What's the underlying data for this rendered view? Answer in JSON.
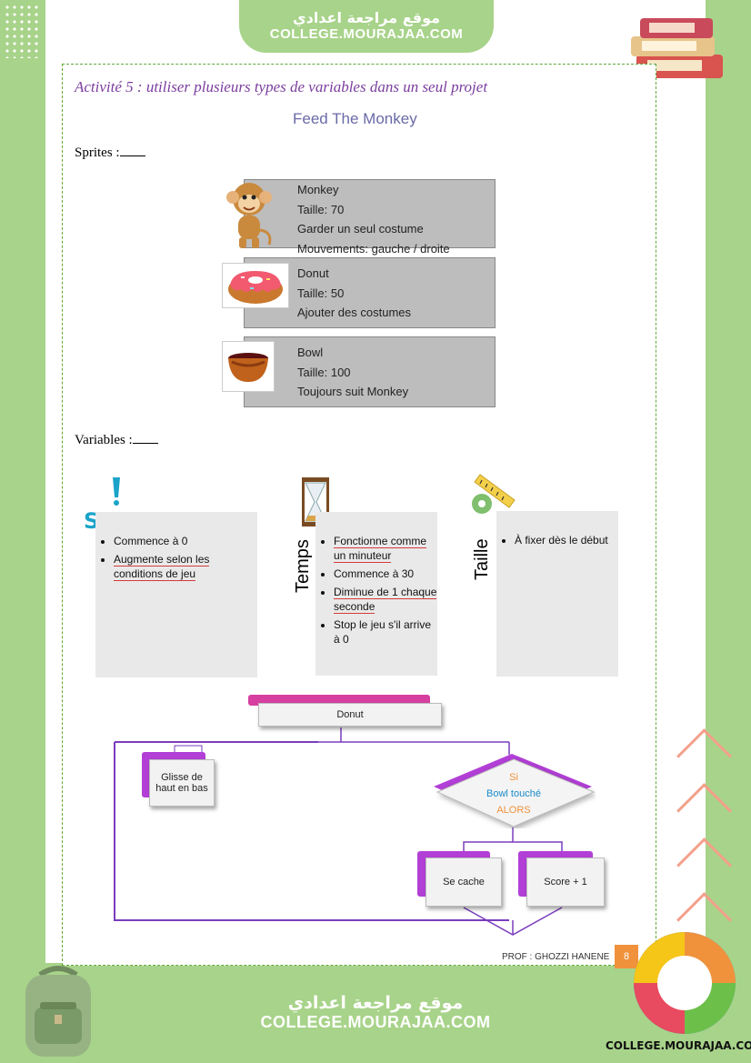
{
  "header": {
    "arabic": "موقع مراجعة اعدادي",
    "site": "COLLEGE.MOURAJAA.COM"
  },
  "activity": {
    "title": "Activité 5 : utiliser plusieurs types de variables dans un seul projet",
    "project": "Feed The Monkey"
  },
  "sprites_label": "Sprites :",
  "sprites": [
    {
      "name": "Monkey",
      "lines": [
        "Taille: 70",
        "Garder un seul costume",
        "Mouvements: gauche / droite"
      ],
      "icon": "monkey-icon"
    },
    {
      "name": "Donut",
      "lines": [
        "Taille: 50",
        "Ajouter des costumes"
      ],
      "icon": "donut-icon"
    },
    {
      "name": "Bowl",
      "lines": [
        "Taille: 100",
        "Toujours suit Monkey"
      ],
      "icon": "bowl-icon"
    }
  ],
  "variables_label": "Variables :",
  "variables": [
    {
      "title": "SCORE",
      "icon": "score-icon",
      "items": [
        "Commence à 0",
        "Augmente selon les conditions de jeu"
      ]
    },
    {
      "title": "Temps",
      "icon": "hourglass-icon",
      "items": [
        "Fonctionne comme un minuteur",
        "Commence à 30",
        "Diminue de 1 chaque seconde",
        "Stop le jeu s'il arrive à 0"
      ]
    },
    {
      "title": "Taille",
      "icon": "measuring-tape-icon",
      "items": [
        "À fixer dès le début"
      ]
    }
  ],
  "flowchart": {
    "root": "Donut",
    "glide": "Glisse de haut en bas",
    "condition": {
      "if": "Si",
      "cond": "Bowl touché",
      "then": "ALORS"
    },
    "hide": "Se cache",
    "score": "Score + 1"
  },
  "footer": {
    "prof": "PROF : GHOZZI HANENE",
    "page": "8",
    "arabic": "موقع مراجعة اعدادي",
    "site": "COLLEGE.MOURAJAA.COM",
    "logo_url": "COLLEGE.MOURAJAA.COM"
  },
  "colors": {
    "frame": "#a8d38a",
    "purple": "#7b3d9e",
    "magenta": "#d63fa0",
    "orange": "#f0923c"
  }
}
